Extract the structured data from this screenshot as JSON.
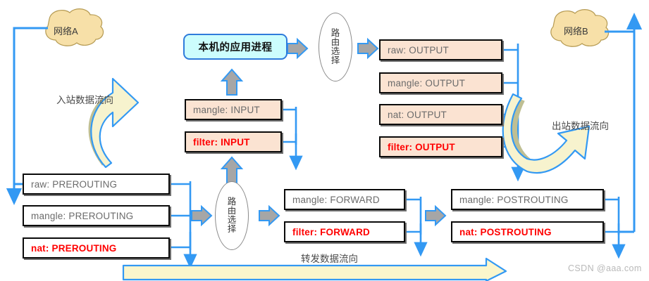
{
  "diagram": {
    "title": "iptables netfilter packet flow",
    "colors": {
      "link": "#3399f3",
      "box_border": "#0a0a0a",
      "box_fill_white": "#ffffff",
      "box_fill_peach": "#fbe3d2",
      "red_text": "#ff0000",
      "gray_text": "#6b6b6b",
      "cloud_fill": "#f7e0a8",
      "cloud_border": "#b59a52",
      "process_fill": "#ccfdfd",
      "process_border": "#2f7bdb",
      "curve_fill": "#f7f3ce",
      "curve_shadow": "#bfbf93",
      "banner_fill": "#fbf6cc",
      "gray_arrow": "#a6a6a6"
    },
    "clouds": [
      {
        "name": "network-a",
        "label": "网络A"
      },
      {
        "name": "network-b",
        "label": "网络B"
      }
    ],
    "process_box": {
      "label": "本机的应用进程"
    },
    "routing_decisions": [
      {
        "name": "routing-decision-output",
        "chars": [
          "路",
          "由",
          "选",
          "择"
        ]
      },
      {
        "name": "routing-decision-prerouting",
        "chars": [
          "路",
          "由",
          "选",
          "择"
        ]
      }
    ],
    "chains": {
      "prerouting": [
        {
          "label": "raw: PREROUTING",
          "fill": "white",
          "red": false
        },
        {
          "label": "mangle: PREROUTING",
          "fill": "white",
          "red": false
        },
        {
          "label": "nat: PREROUTING",
          "fill": "white",
          "red": true
        }
      ],
      "input": [
        {
          "label": "mangle: INPUT",
          "fill": "peach",
          "red": false
        },
        {
          "label": "filter: INPUT",
          "fill": "peach",
          "red": true
        }
      ],
      "output": [
        {
          "label": "raw: OUTPUT",
          "fill": "peach",
          "red": false
        },
        {
          "label": "mangle: OUTPUT",
          "fill": "peach",
          "red": false
        },
        {
          "label": "nat: OUTPUT",
          "fill": "peach",
          "red": false
        },
        {
          "label": "filter: OUTPUT",
          "fill": "peach",
          "red": true
        }
      ],
      "forward": [
        {
          "label": "mangle: FORWARD",
          "fill": "white",
          "red": false
        },
        {
          "label": "filter: FORWARD",
          "fill": "white",
          "red": true
        }
      ],
      "postrouting": [
        {
          "label": "mangle: POSTROUTING",
          "fill": "white",
          "red": false
        },
        {
          "label": "nat: POSTROUTING",
          "fill": "white",
          "red": true
        }
      ]
    },
    "flow_labels": [
      {
        "name": "inbound-flow-label",
        "text": "入站数据流向"
      },
      {
        "name": "outbound-flow-label",
        "text": "出站数据流向"
      },
      {
        "name": "forward-flow-label",
        "text": "转发数据流向"
      }
    ],
    "watermark": {
      "text": "CSDN @aaa.com"
    }
  }
}
